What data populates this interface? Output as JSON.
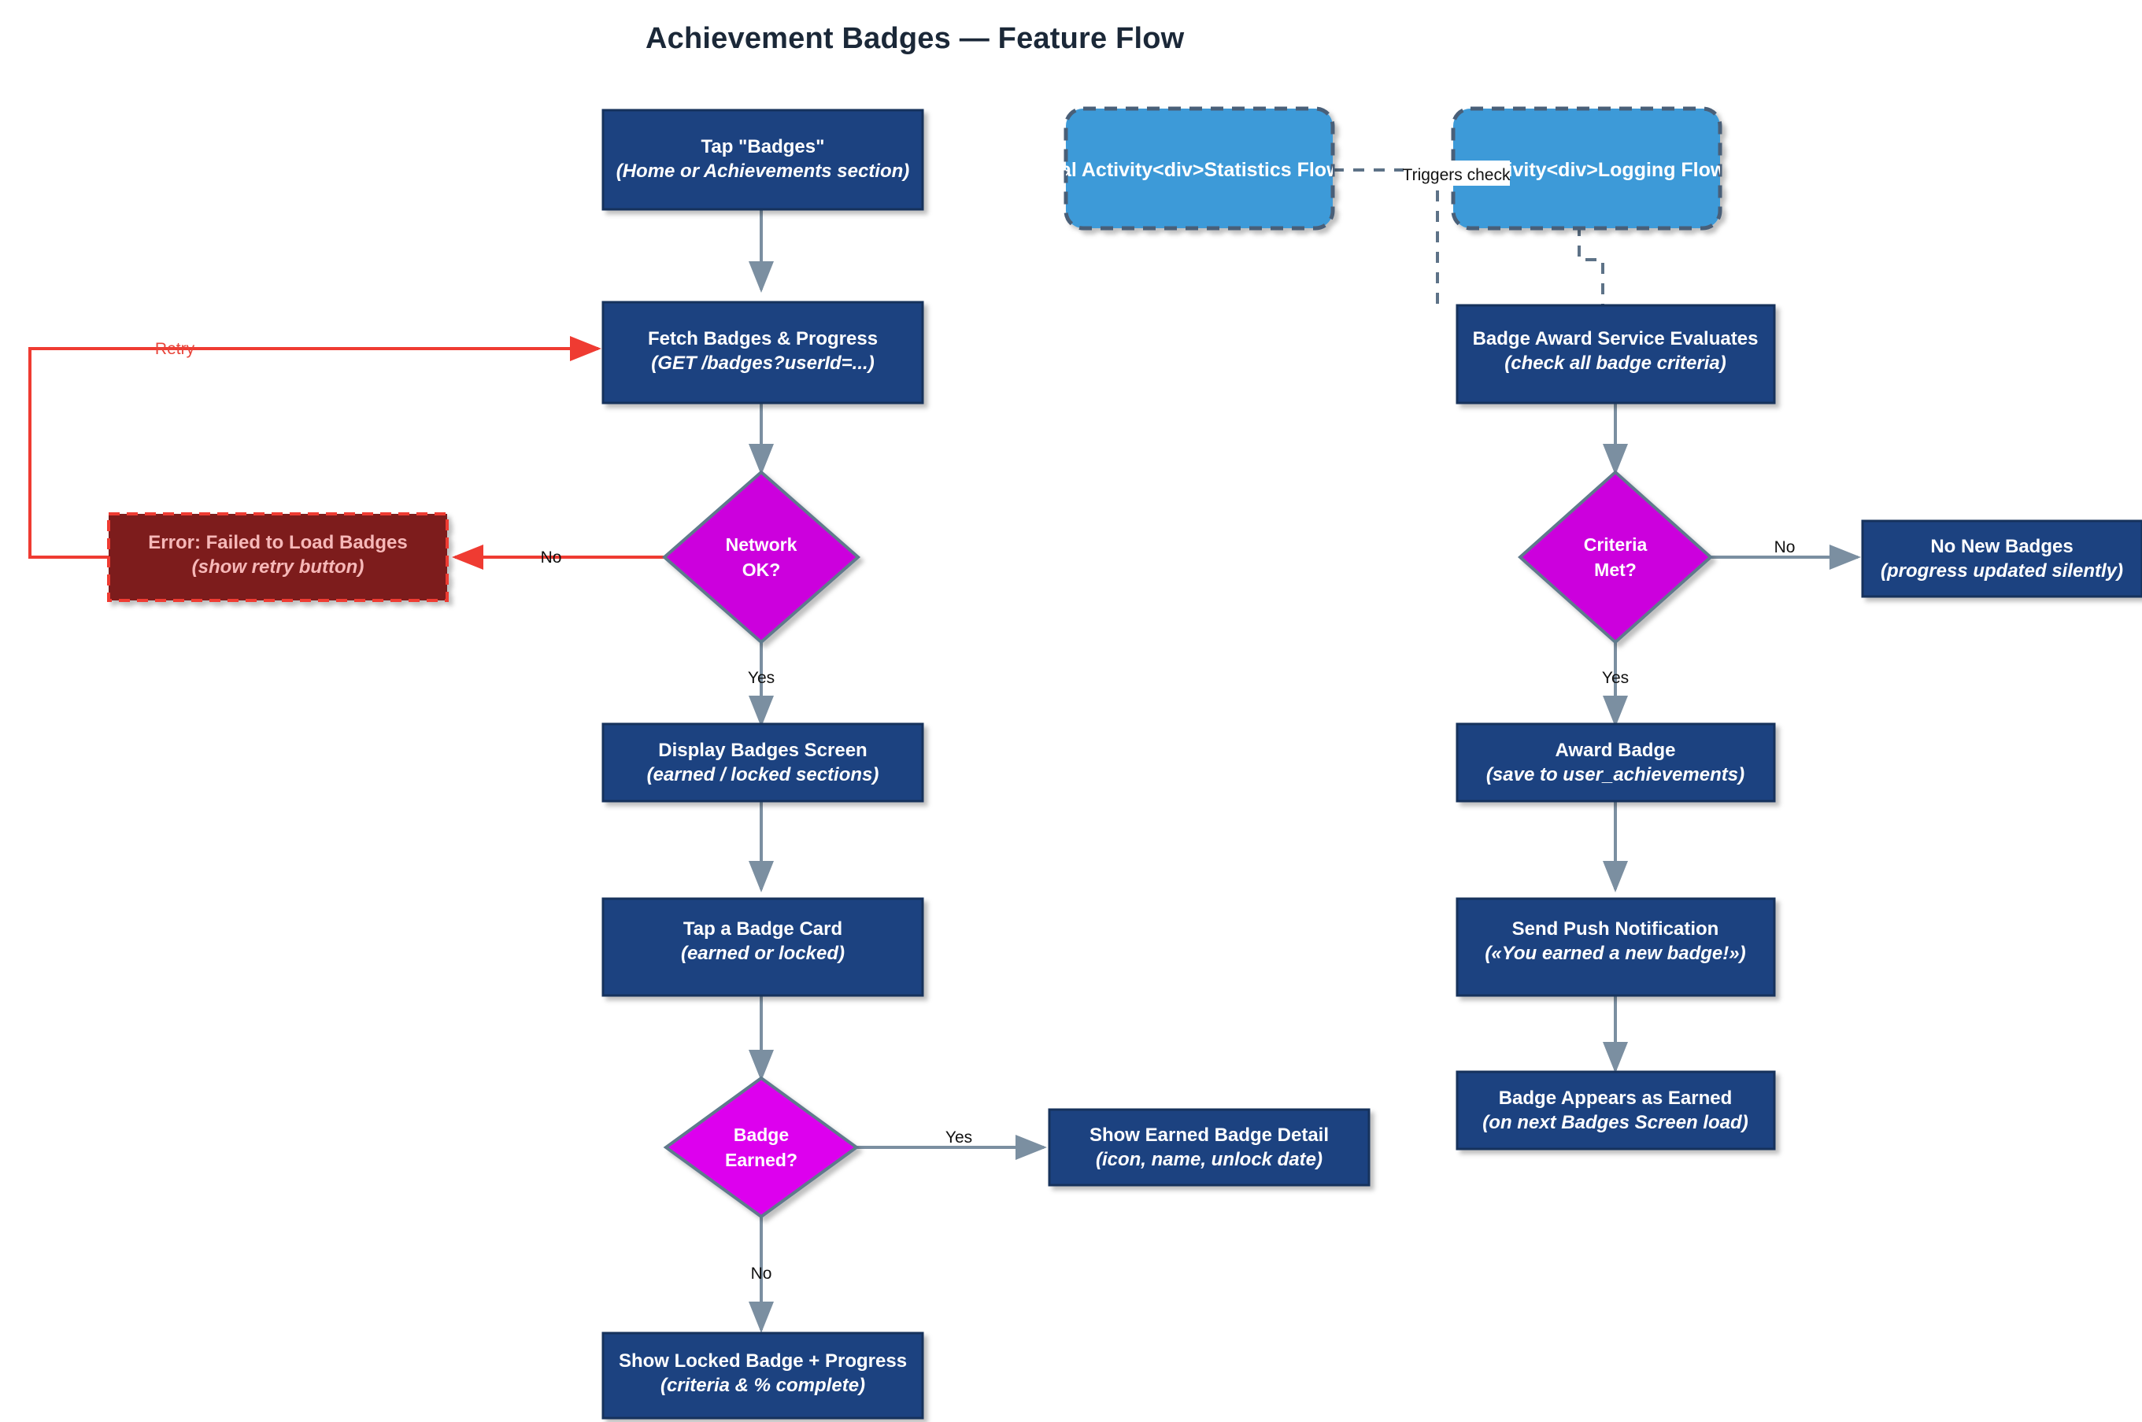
{
  "title": "Achievement Badges — Feature Flow",
  "colors": {
    "process_fill": "#1d4380",
    "process_stroke": "#16325c",
    "decision_fill": "#cc00dd",
    "decision_fill_alt": "#dd00ee",
    "decision_stroke": "#5f7a8c",
    "error_fill": "#7d1b1b",
    "error_stroke": "#ef3b32",
    "error_text": "#f6b8b8",
    "external_fill": "#3c9ad8",
    "external_stroke": "#4a5f78",
    "edge": "#7b8fa1",
    "edge_error": "#ef3b32",
    "text_light": "#ffffff",
    "title_color": "#1b2838",
    "background": "#ffffff"
  },
  "nodes": {
    "tap_badges": {
      "title": "Tap \"Badges\"",
      "sub": "(Home or Achievements section)",
      "type": "process"
    },
    "fetch_badges": {
      "title": "Fetch Badges & Progress",
      "sub": "(GET /badges?userId=...)",
      "type": "process"
    },
    "network_ok": {
      "line1": "Network",
      "line2": "OK?",
      "type": "decision"
    },
    "error_load": {
      "title": "Error: Failed to Load Badges",
      "sub": "(show retry button)",
      "type": "error"
    },
    "display_badges": {
      "title": "Display Badges Screen",
      "sub": "(earned / locked sections)",
      "type": "process"
    },
    "tap_card": {
      "title": "Tap a Badge Card",
      "sub": "(earned or locked)",
      "type": "process"
    },
    "badge_earned": {
      "line1": "Badge",
      "line2": "Earned?",
      "type": "decision"
    },
    "earned_detail": {
      "title": "Show Earned Badge Detail",
      "sub": "(icon, name, unlock date)",
      "type": "process"
    },
    "locked_detail": {
      "title": "Show Locked Badge + Progress",
      "sub": "(criteria & % complete)",
      "type": "process"
    },
    "ext_statistics": {
      "text": "External Activity<div>Statistics Flow</div>",
      "type": "external"
    },
    "ext_logging": {
      "text": "Exercise Activity<div>Logging Flow</div>",
      "type": "external"
    },
    "award_service": {
      "title": "Badge Award Service Evaluates",
      "sub": "(check all badge criteria)",
      "type": "process"
    },
    "criteria_met": {
      "line1": "Criteria",
      "line2": "Met?",
      "type": "decision"
    },
    "no_new_badges": {
      "title": "No New Badges",
      "sub": "(progress updated silently)",
      "type": "process"
    },
    "award_badge": {
      "title": "Award Badge",
      "sub": "(save to user_achievements)",
      "type": "process"
    },
    "push_notification": {
      "title": "Send Push Notification",
      "sub": "(«You earned a new badge!»)",
      "type": "process"
    },
    "badge_earned_ui": {
      "title": "Badge Appears as Earned",
      "sub": "(on next Badges Screen load)",
      "type": "process"
    }
  },
  "edge_labels": {
    "retry": "Retry",
    "network_no": "No",
    "network_yes": "Yes",
    "earned_yes": "Yes",
    "earned_no": "No",
    "criteria_no": "No",
    "criteria_yes": "Yes",
    "triggers_check": "Triggers check"
  }
}
